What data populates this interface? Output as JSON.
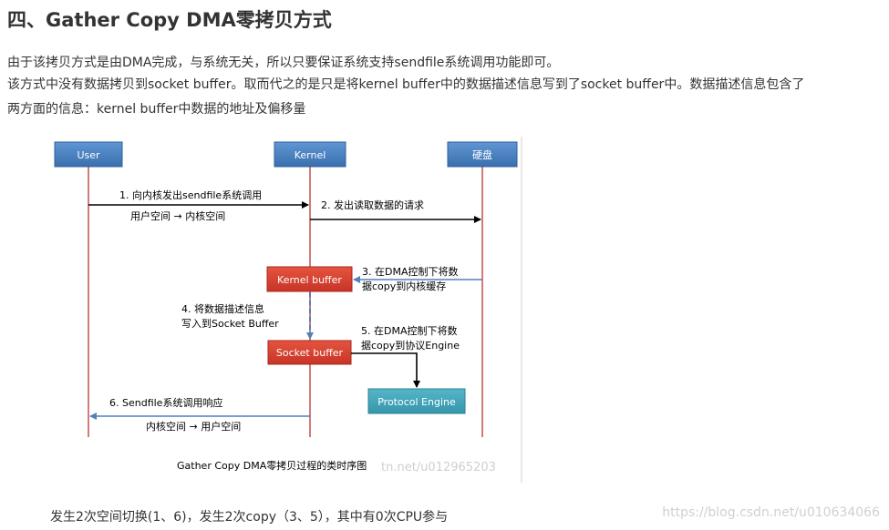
{
  "title": "四、Gather Copy DMA零拷贝方式",
  "paragraphs": [
    "由于该拷贝方式是由DMA完成，与系统无关，所以只要保证系统支持sendfile系统调用功能即可。",
    "该方式中没有数据拷贝到socket buffer。取而代之的是只是将kernel buffer中的数据描述信息写到了socket buffer中。数据描述信息包含了",
    "两方面的信息：kernel buffer中数据的地址及偏移量"
  ],
  "diagram": {
    "lanes": {
      "user": "User",
      "kernel": "Kernel",
      "disk": "硬盘"
    },
    "boxes": {
      "kernel_buffer": "Kernel buffer",
      "socket_buffer": "Socket buffer",
      "protocol_engine": "Protocol Engine"
    },
    "steps": {
      "s1": "1. 向内核发出sendfile系统调用",
      "s1_sub": "用户空间 → 内核空间",
      "s2": "2. 发出读取数据的请求",
      "s3_line1": "3. 在DMA控制下将数",
      "s3_line2": "据copy到内核缓存",
      "s4_line1": "4. 将数据描述信息",
      "s4_line2": "写入到Socket Buffer",
      "s5_line1": "5. 在DMA控制下将数",
      "s5_line2": "据copy到协议Engine",
      "s6": "6. Sendfile系统调用响应",
      "s6_sub": "内核空间 → 用户空间"
    },
    "caption": "Gather Copy DMA零拷贝过程的类时序图",
    "watermark": "tn.net/u012965203",
    "colors": {
      "lane_box": "#4a82c4",
      "lifeline": "#c0504d",
      "red_box": "#d63b2f",
      "teal_box": "#3fa3b8",
      "dashed_arrow": "#4f81bd",
      "blue_arrow": "#4f81bd"
    }
  },
  "footer": "发生2次空间切换(1、6)，发生2次copy（3、5），其中有0次CPU参与",
  "page_watermark": "https://blog.csdn.net/u010634066"
}
